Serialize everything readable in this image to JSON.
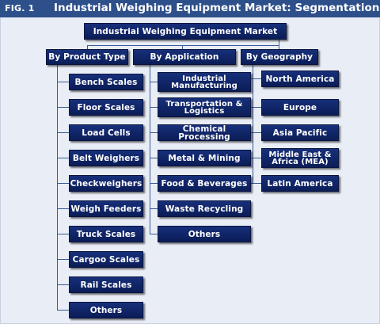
{
  "figure": {
    "label": "FIG. 1",
    "title": "Industrial Weighing Equipment Market: Segmentation"
  },
  "root": {
    "label": "Industrial Weighing Equipment Market"
  },
  "categories": {
    "product_type": "By Product Type",
    "application": "By Application",
    "geography": "By Geography"
  },
  "product_types": [
    "Bench Scales",
    "Floor Scales",
    "Load Cells",
    "Belt Weighers",
    "Checkweighers",
    "Weigh Feeders",
    "Truck Scales",
    "Cargoo Scales",
    "Rail Scales",
    "Others"
  ],
  "applications": [
    "Industrial\nManufacturing",
    "Transportation &\nLogistics",
    "Chemical Processing",
    "Metal & Mining",
    "Food & Beverages",
    "Waste Recycling",
    "Others"
  ],
  "geographies": [
    "North America",
    "Europe",
    "Asia Pacific",
    "Middle East &\nAfrica (MEA)",
    "Latin America"
  ]
}
